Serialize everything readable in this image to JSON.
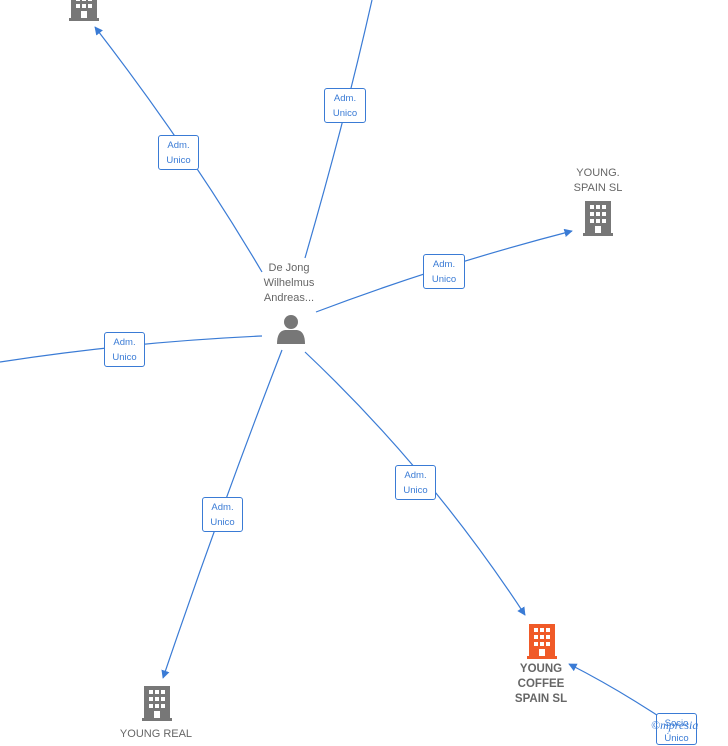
{
  "center_person": {
    "label": "De Jong\nWilhelmus\nAndreas...",
    "icon": "person-icon"
  },
  "companies": [
    {
      "id": "top-left",
      "label": "",
      "icon": "building-icon",
      "color": "#777777",
      "highlight": false
    },
    {
      "id": "young-spain",
      "label": "YOUNG.\nSPAIN  SL",
      "icon": "building-icon",
      "color": "#777777",
      "highlight": false
    },
    {
      "id": "young-coffee",
      "label": "YOUNG\nCOFFEE\nSPAIN  SL",
      "icon": "building-icon",
      "color": "#f05a28",
      "highlight": true
    },
    {
      "id": "young-real",
      "label": "YOUNG REAL",
      "icon": "building-icon",
      "color": "#777777",
      "highlight": false
    }
  ],
  "edge_labels": [
    {
      "id": "adm-top-left",
      "text": "Adm.\nUnico"
    },
    {
      "id": "adm-top",
      "text": "Adm.\nUnico"
    },
    {
      "id": "adm-young-spain",
      "text": "Adm.\nUnico"
    },
    {
      "id": "adm-left",
      "text": "Adm.\nUnico"
    },
    {
      "id": "adm-young-real",
      "text": "Adm.\nUnico"
    },
    {
      "id": "adm-young-coffee",
      "text": "Adm.\nUnico"
    },
    {
      "id": "socio-young-coffee",
      "text": "Socio\nÚnico"
    }
  ],
  "watermark": {
    "text": "©mpresia"
  },
  "colors": {
    "edge": "#3a7bd5",
    "node": "#777777",
    "highlight": "#f05a28"
  }
}
